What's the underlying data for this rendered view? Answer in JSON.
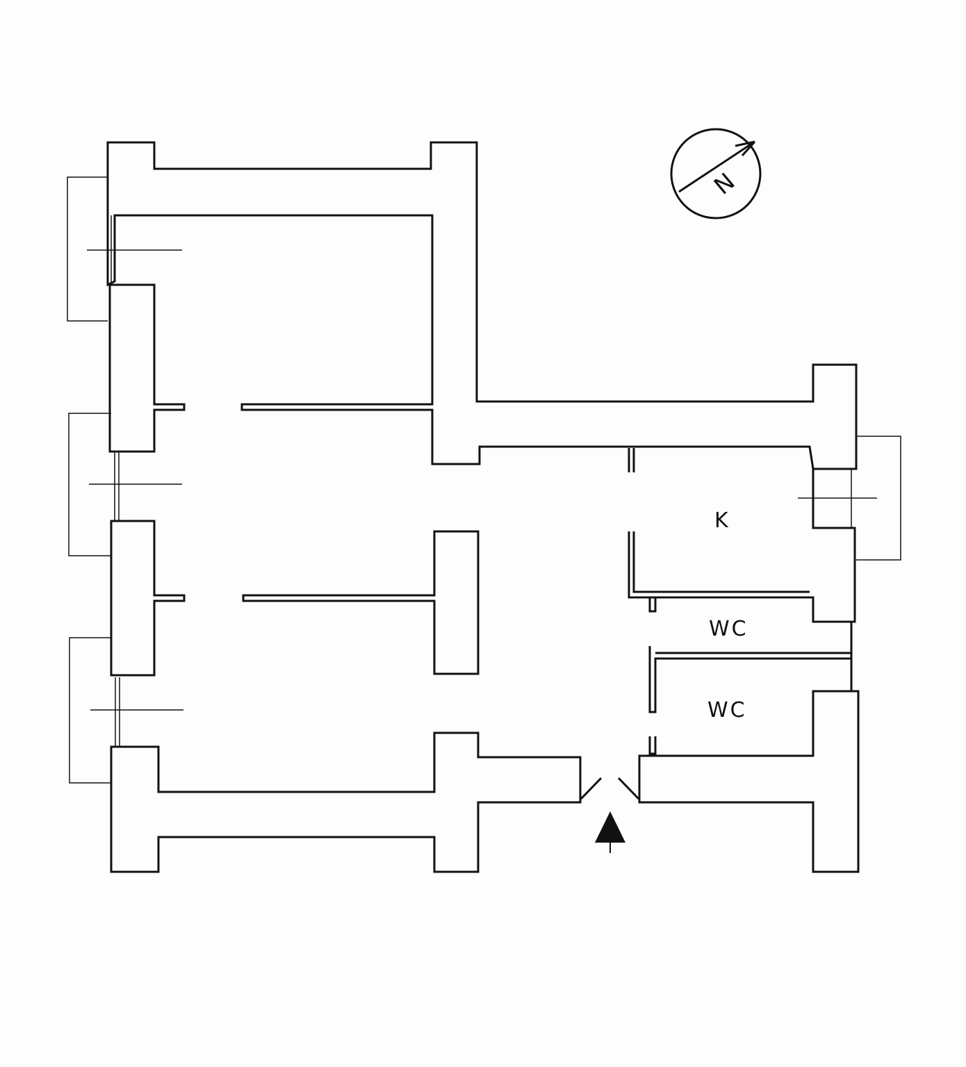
{
  "rooms": {
    "kitchen": "K",
    "wc_upper": "WC",
    "wc_lower": "WC"
  },
  "compass": {
    "label": "N"
  },
  "colors": {
    "ink": "#111111",
    "paper": "#fdfdfd"
  }
}
